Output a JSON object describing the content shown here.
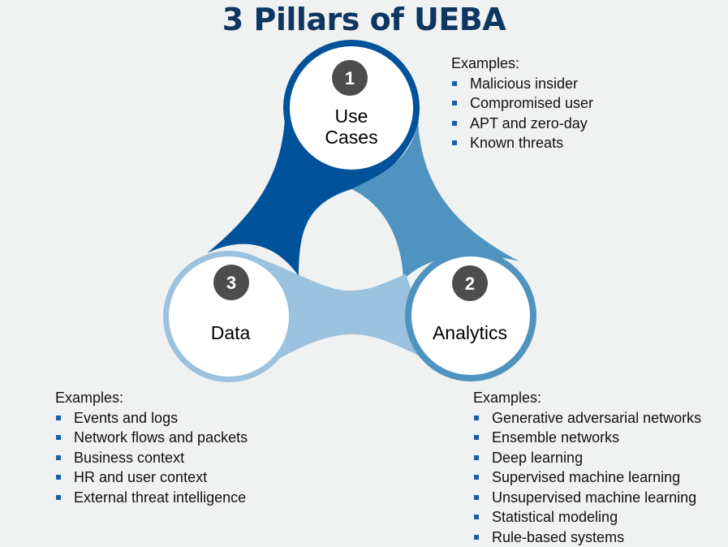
{
  "title": "3 Pillars of UEBA",
  "colors": {
    "use_cases": "#00529B",
    "analytics": "#4F94C0",
    "data": "#9BC2DE",
    "badge": "#4D4D4D",
    "title": "#0D3660",
    "bullet": "#1A5FA8",
    "background": "#F0F1F1"
  },
  "pillars": [
    {
      "number": "1",
      "label_lines": [
        "Use",
        "Cases"
      ],
      "examples_header": "Examples:",
      "examples": [
        "Malicious insider",
        "Compromised user",
        "APT and zero-day",
        "Known threats"
      ]
    },
    {
      "number": "2",
      "label_lines": [
        "Analytics"
      ],
      "examples_header": "Examples:",
      "examples": [
        "Generative adversarial networks",
        "Ensemble networks",
        "Deep learning",
        "Supervised machine learning",
        "Unsupervised machine learning",
        "Statistical modeling",
        "Rule-based systems"
      ]
    },
    {
      "number": "3",
      "label_lines": [
        "Data"
      ],
      "examples_header": "Examples:",
      "examples": [
        "Events and logs",
        "Network flows and packets",
        "Business context",
        "HR and user context",
        "External threat intelligence"
      ]
    }
  ]
}
